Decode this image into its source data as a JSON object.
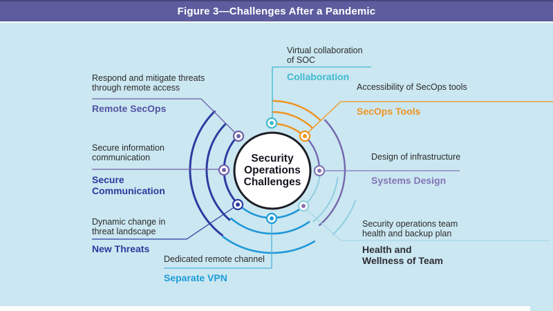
{
  "figure": {
    "title": "Figure 3—Challenges After a Pandemic"
  },
  "center": {
    "line1": "Security",
    "line2": "Operations",
    "line3": "Challenges"
  },
  "palette": {
    "title_bar": "#5c5c9e",
    "panel_bg": "#cbe7f1",
    "navy": "#2a3a9c",
    "purple": "#7466ad",
    "teal": "#3fb9cd",
    "orange": "#f0931f",
    "bright_blue": "#2097d8",
    "pale_cyan": "#8ecfe0",
    "circle_border": "#1d1d27",
    "body_text": "#2b2b2b"
  },
  "categories": [
    {
      "id": "remote-secops",
      "label": "Remote SecOps",
      "desc1": "Respond and mitigate threats",
      "desc2": "through remote access",
      "color": "#5253a3"
    },
    {
      "id": "collaboration",
      "label": "Collaboration",
      "desc1": "Virtual collaboration",
      "desc2": "of SOC",
      "color": "#3fb9cd"
    },
    {
      "id": "secops-tools",
      "label": "SecOps Tools",
      "desc1": "Accessibility of SecOps tools",
      "color": "#f0931f"
    },
    {
      "id": "systems-design",
      "label": "Systems Design",
      "desc1": "Design of infrastructure",
      "color": "#8175b6"
    },
    {
      "id": "health-wellness",
      "label": "Health and Wellness of Team",
      "desc1": "Security operations team",
      "desc2": "health and backup plan",
      "color": "#2c2c34"
    },
    {
      "id": "separate-vpn",
      "label": "Separate VPN",
      "desc1": "Dedicated remote channel",
      "color": "#1d9cd9"
    },
    {
      "id": "secure-communication",
      "label": "Secure Communication",
      "desc1": "Secure information",
      "desc2": "communication",
      "color": "#2a3a9c"
    },
    {
      "id": "new-threats",
      "label": "New Threats",
      "desc1": "Dynamic change in",
      "desc2": "threat landscape",
      "color": "#2a3a9c"
    }
  ]
}
